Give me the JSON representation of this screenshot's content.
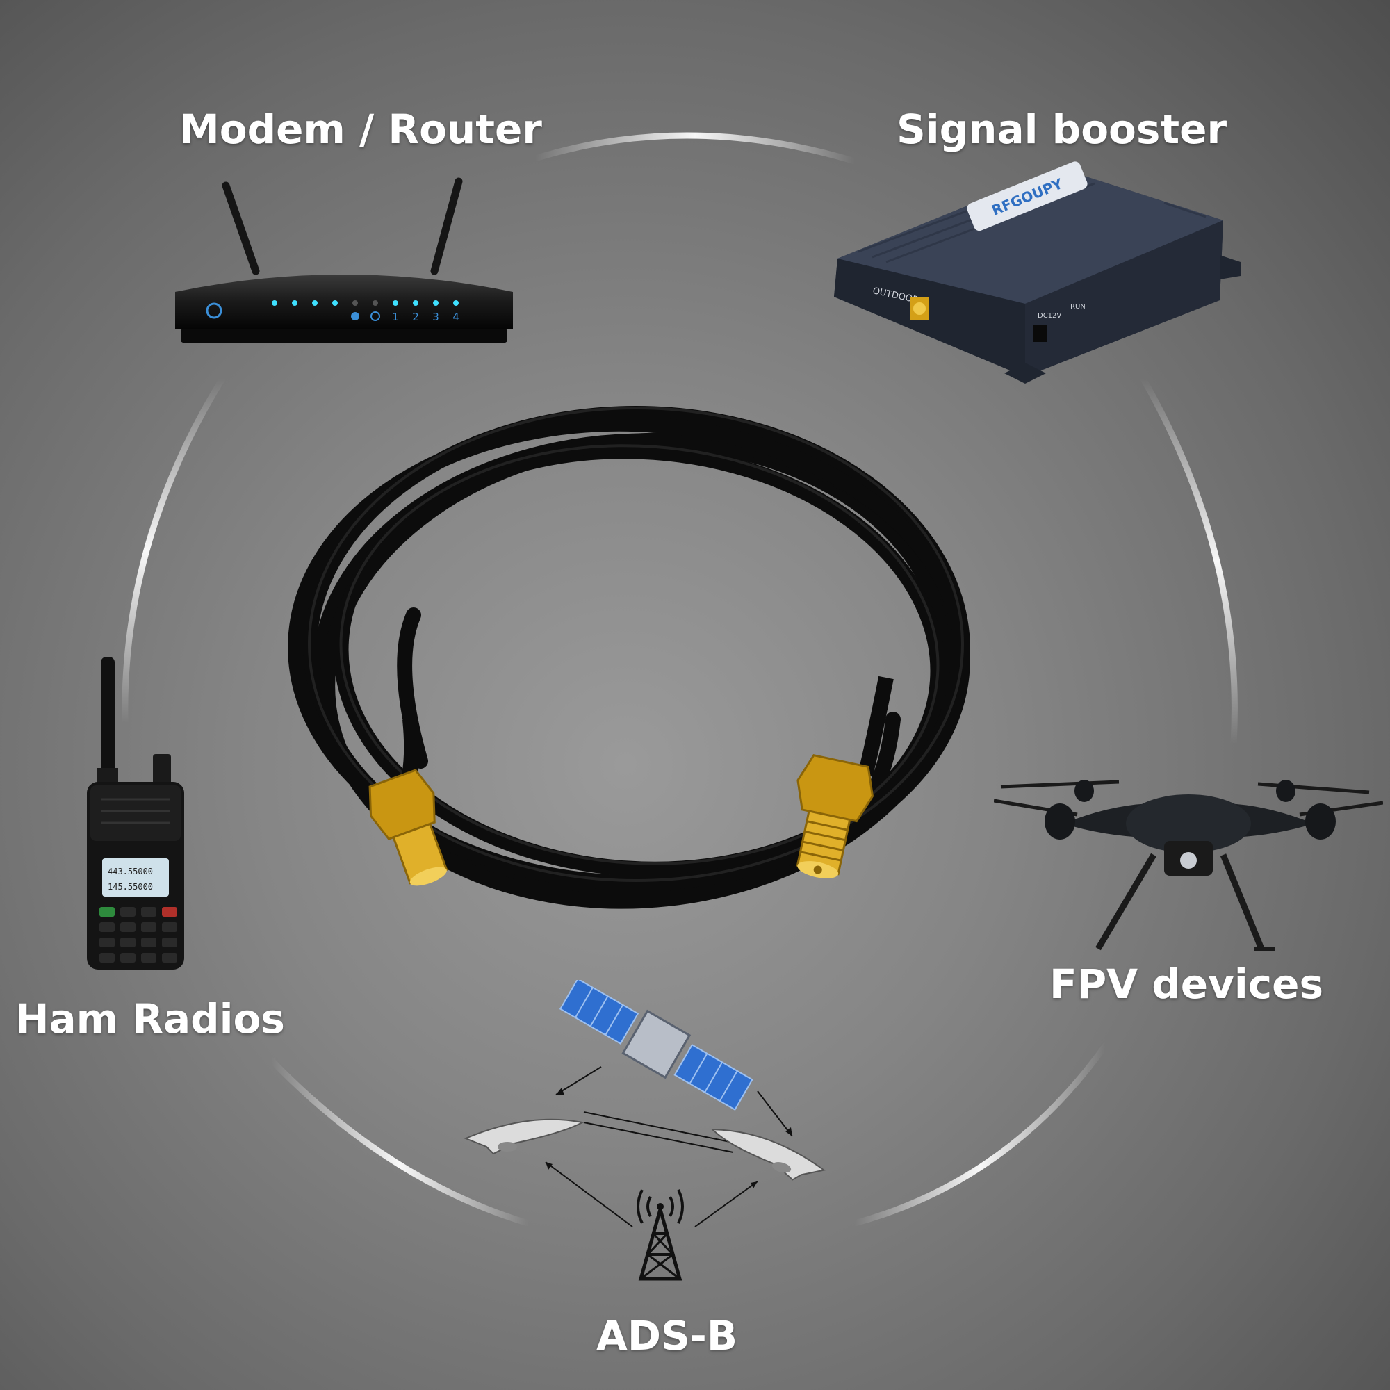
{
  "labels": {
    "modem_router": "Modem / Router",
    "signal_booster": "Signal booster",
    "ham_radios": "Ham Radios",
    "fpv_devices": "FPV devices",
    "ads_b": "ADS-B"
  },
  "booster": {
    "brand": "RFGOUPY",
    "port_label": "OUTDOOR",
    "power_label": "DC12V",
    "run_label": "RUN"
  },
  "router": {
    "port_numbers": [
      "1",
      "2",
      "3",
      "4"
    ]
  },
  "radio": {
    "display_line_1": "443.55000",
    "display_line_2": "145.55000"
  },
  "icons": {
    "router": "router-icon",
    "booster": "signal-booster-icon",
    "radio": "handheld-radio-icon",
    "drone": "drone-icon",
    "satellite": "satellite-icon",
    "airplane": "airplane-icon",
    "tower": "radio-tower-icon",
    "cable": "coaxial-cable-icon"
  },
  "colors": {
    "background": "#858585",
    "label": "#ffffff",
    "cable": "#0c0c0c",
    "connector_gold": "#d4a017",
    "led": "#3fe0ff"
  }
}
